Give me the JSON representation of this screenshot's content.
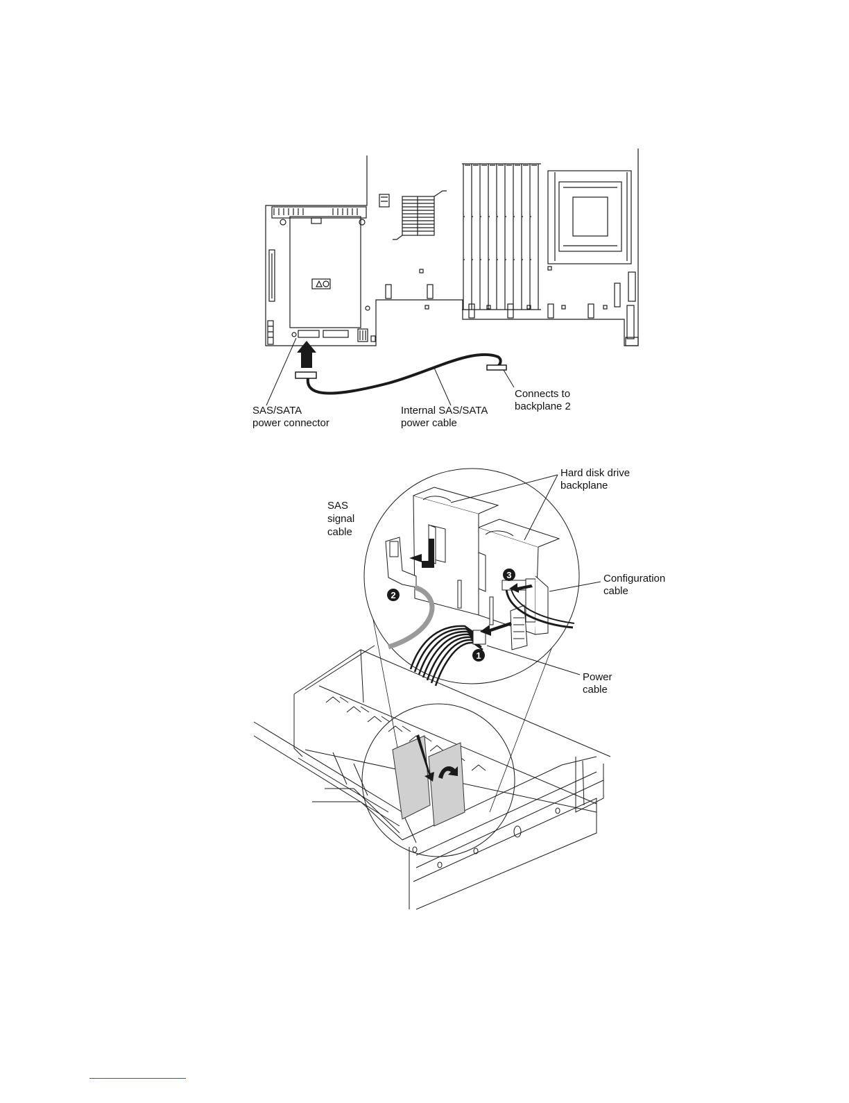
{
  "figure1": {
    "labels": {
      "connector_line1": "SAS/SATA",
      "connector_line2": "power connector",
      "cable_line1": "Internal SAS/SATA",
      "cable_line2": "power cable",
      "backplane_line1": "Connects to",
      "backplane_line2": "backplane 2"
    }
  },
  "figure2": {
    "labels": {
      "hdd_line1": "Hard disk drive",
      "hdd_line2": "backplane",
      "sas_line1": "SAS",
      "sas_line2": "signal",
      "sas_line3": "cable",
      "config_line1": "Configuration",
      "config_line2": "cable",
      "power_line1": "Power",
      "power_line2": "cable"
    },
    "steps": [
      "1",
      "2",
      "3"
    ]
  },
  "colors": {
    "line": "#1a1a1a",
    "grey_cable": "#9a9a9a",
    "link": "#3a55a0"
  }
}
